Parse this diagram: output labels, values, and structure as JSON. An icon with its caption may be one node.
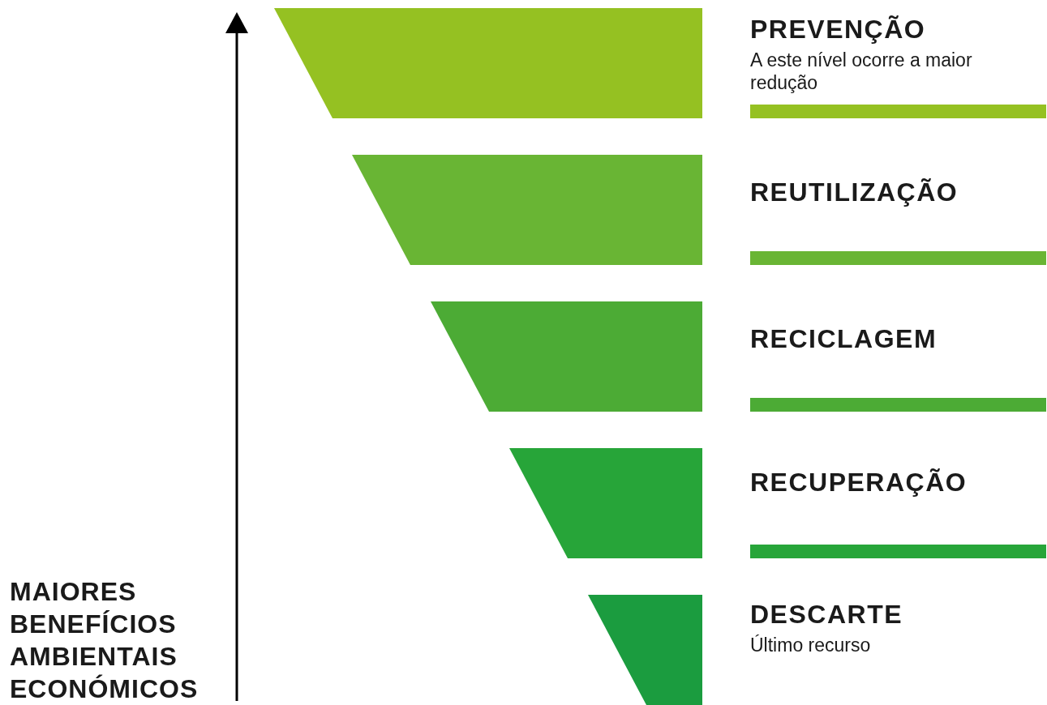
{
  "diagram": {
    "nodes": [
      {
        "text": [
          "PREVENÇÃO",
          "A este nível ocorre a maior redução"
        ]
      },
      {
        "text": [
          "REUTILIZAÇÃO"
        ]
      },
      {
        "text": [
          "RECICLAGEM"
        ]
      },
      {
        "text": [
          "RECUPERAÇÃO"
        ]
      },
      {
        "text": [
          "DESCARTE",
          "Último recurso"
        ]
      }
    ],
    "edges": [],
    "labels": [
      "MAIORES BENEFÍCIOS AMBIENTAIS ECONÓMICOS"
    ]
  }
}
